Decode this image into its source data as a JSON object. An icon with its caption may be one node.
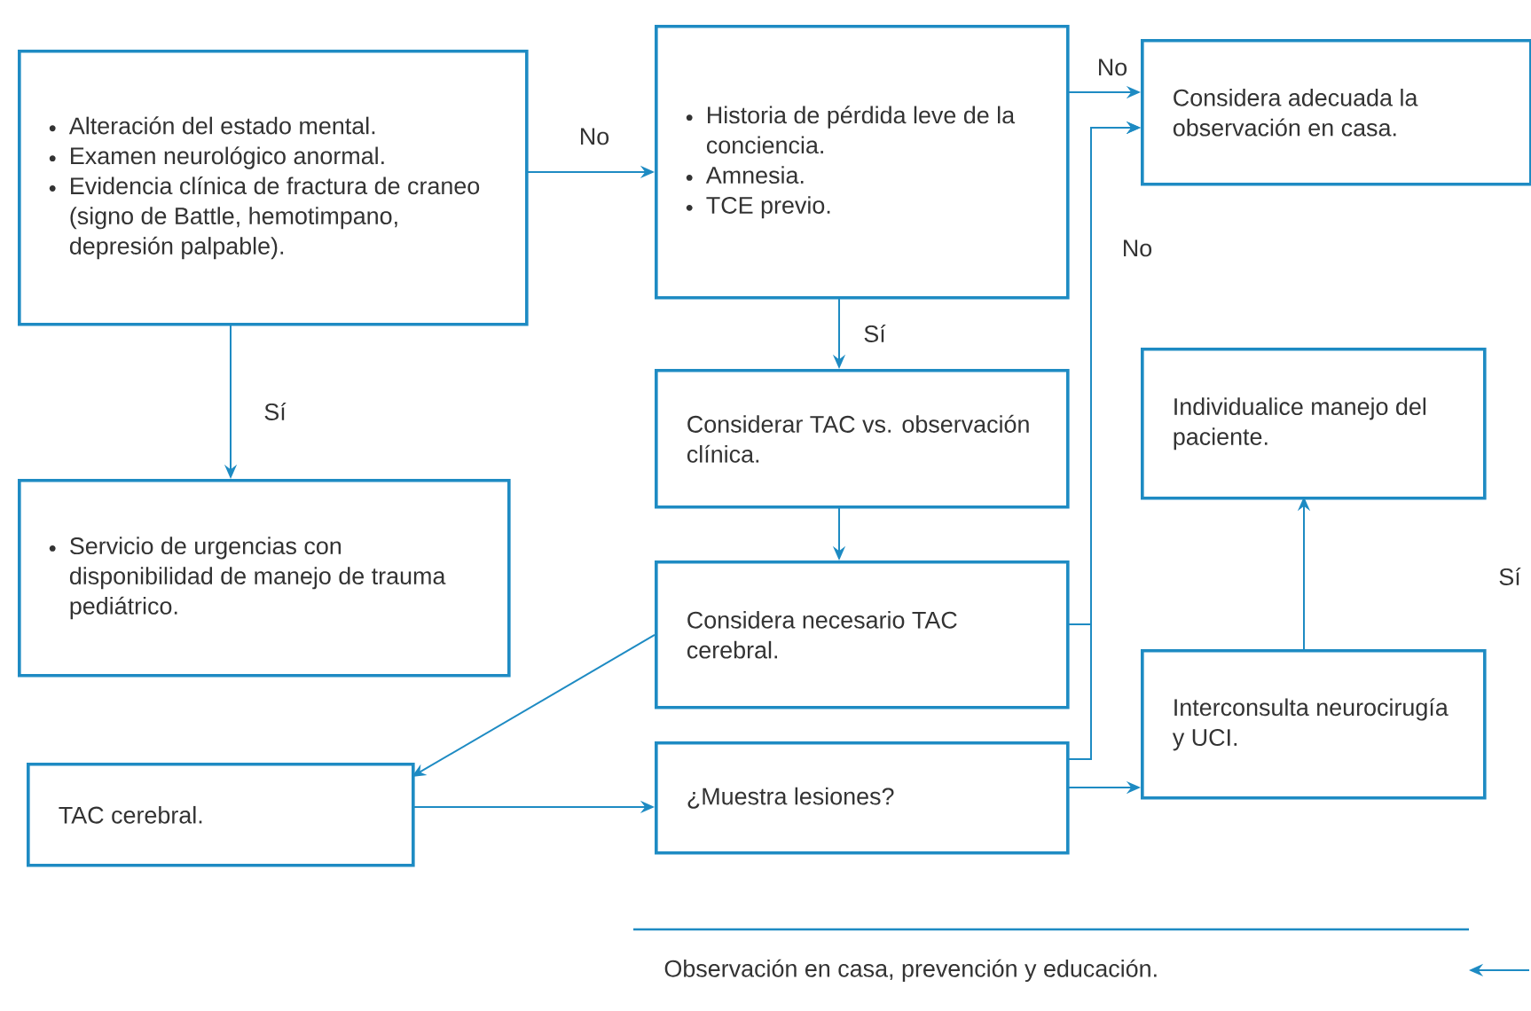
{
  "diagram": {
    "nodes": [
      {
        "text": [
          "Alteración del estado mental.",
          "Examen neurológico anormal.",
          "Evidencia clínica de fractura de craneo (signo de Battle, hemotimpano, depresión palpable)."
        ]
      },
      {
        "text": [
          "Historia de pérdida leve de la conciencia.",
          "Amnesia.",
          "TCE previo."
        ]
      },
      {
        "text": [
          "Considera adecuada la observación en casa."
        ]
      },
      {
        "text": [
          "Considerar TAC vs. observación clínica."
        ]
      },
      {
        "text": [
          "Individualice manejo del paciente."
        ]
      },
      {
        "text": [
          "Servicio de urgencias con disponibilidad de manejo de trauma pediátrico."
        ]
      },
      {
        "text": [
          "Considera necesario TAC cerebral."
        ]
      },
      {
        "text": [
          "Interconsulta neurocirugía y UCI."
        ]
      },
      {
        "text": [
          "TAC cerebral."
        ]
      },
      {
        "text": [
          "¿Muestra lesiones?"
        ]
      },
      {
        "text": [
          "Observación en casa, prevención y educación."
        ]
      }
    ],
    "edges": [
      {
        "from": 0,
        "to": 1,
        "arrow": "to",
        "label": "No"
      },
      {
        "from": 1,
        "to": 2,
        "arrow": "to",
        "label": "No"
      },
      {
        "from": 0,
        "to": 5,
        "arrow": "to",
        "label": "Sí"
      },
      {
        "from": 1,
        "to": 3,
        "arrow": "to",
        "label": "Sí"
      },
      {
        "from": 3,
        "to": 6,
        "arrow": "to"
      },
      {
        "from": 6,
        "to": 8,
        "arrow": "to"
      },
      {
        "from": 8,
        "to": 9,
        "arrow": "to"
      },
      {
        "from": 9,
        "to": 7,
        "arrow": "to"
      },
      {
        "from": 7,
        "to": 4,
        "arrow": "to"
      },
      {
        "from": 6,
        "to": 2,
        "arrow": "to"
      },
      {
        "from": 9,
        "to": 2,
        "arrow": "to",
        "label": "No"
      },
      {
        "from": null,
        "to": 10,
        "arrow": "to"
      }
    ],
    "labels": [
      "Sí"
    ]
  }
}
